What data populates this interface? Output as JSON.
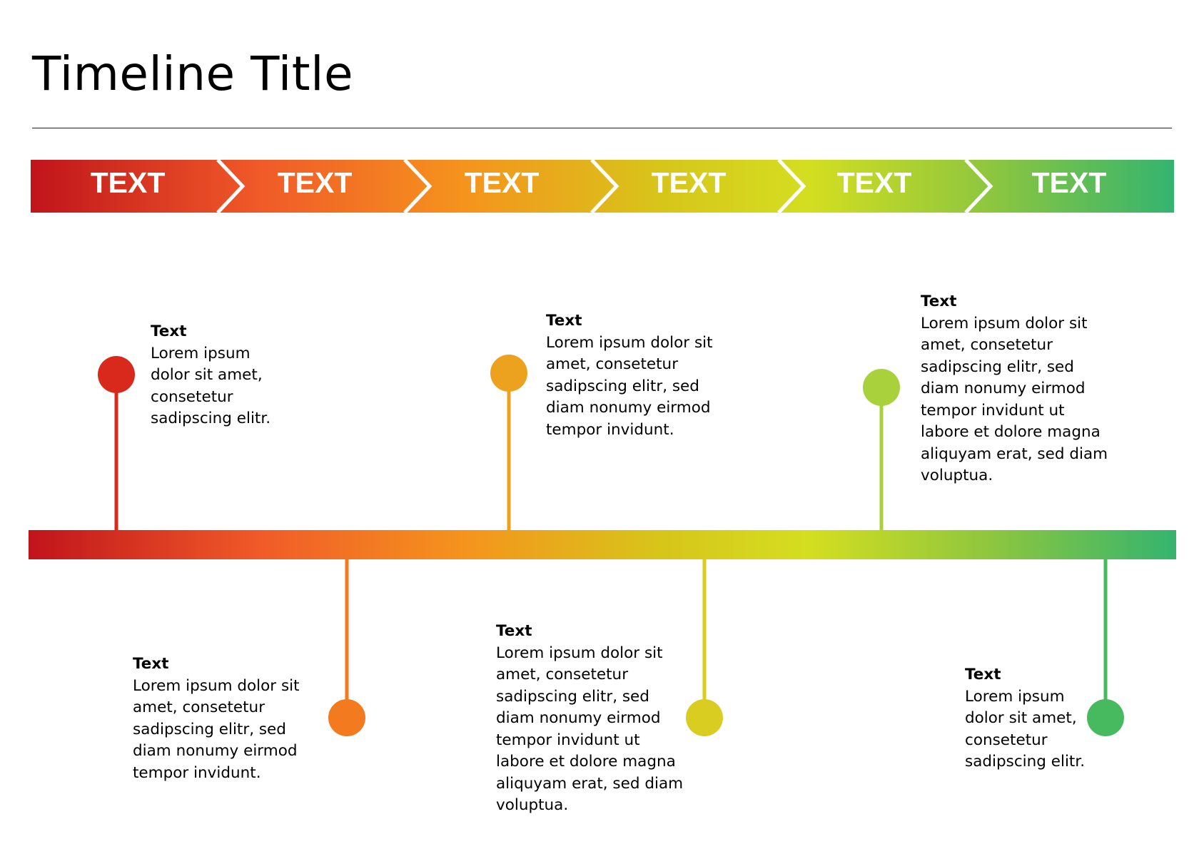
{
  "title": "Timeline Title",
  "colors": {
    "gradient": [
      "#c0141b",
      "#f05a28",
      "#f5941d",
      "#d7c51a",
      "#d4de20",
      "#8dc63f",
      "#34b46f"
    ],
    "stage1": "#d8291c",
    "stage2": "#f37a1f",
    "stage3": "#eca21e",
    "stage4": "#dacd21",
    "stage5": "#a9d13b",
    "stage6": "#47ba5f"
  },
  "chevrons": [
    {
      "label": "TEXT"
    },
    {
      "label": "TEXT"
    },
    {
      "label": "TEXT"
    },
    {
      "label": "TEXT"
    },
    {
      "label": "TEXT"
    },
    {
      "label": "TEXT"
    }
  ],
  "events": [
    {
      "heading": "Text",
      "body": "Lorem ipsum\ndolor sit amet,\nconsetetur\nsadipscing elitr."
    },
    {
      "heading": "Text",
      "body": "Lorem ipsum dolor sit\namet, consetetur\nsadipscing elitr, sed\ndiam nonumy eirmod\ntempor invidunt."
    },
    {
      "heading": "Text",
      "body": "Lorem ipsum dolor sit\namet, consetetur\nsadipscing elitr, sed\ndiam nonumy eirmod\ntempor invidunt."
    },
    {
      "heading": "Text",
      "body": "Lorem ipsum dolor sit\namet, consetetur\nsadipscing elitr, sed\ndiam nonumy eirmod\ntempor invidunt ut\nlabore et dolore magna\naliquyam erat, sed diam\nvoluptua."
    },
    {
      "heading": "Text",
      "body": "Lorem ipsum dolor sit\namet, consetetur\nsadipscing elitr, sed\ndiam nonumy eirmod\ntempor invidunt ut\nlabore et dolore magna\naliquyam erat, sed diam\nvoluptua."
    },
    {
      "heading": "Text",
      "body": "Lorem ipsum\ndolor sit amet,\nconsetetur\nsadipscing elitr."
    }
  ]
}
